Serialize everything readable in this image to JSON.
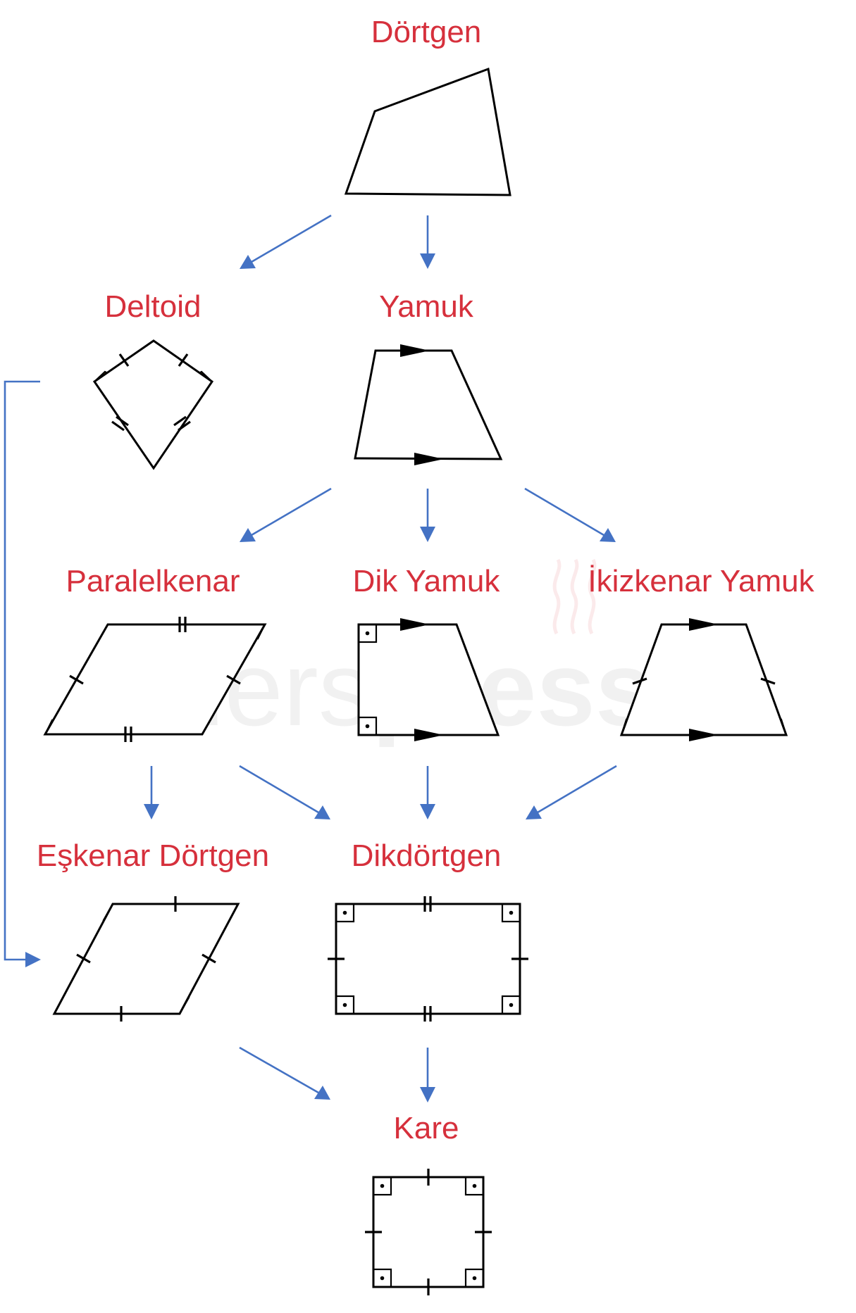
{
  "titles": {
    "dortgen": "Dörtgen",
    "deltoid": "Deltoid",
    "yamuk": "Yamuk",
    "paralelkenar": "Paralelkenar",
    "dik_yamuk": "Dik Yamuk",
    "ikizkenar_yamuk": "İkizkenar Yamuk",
    "eskenar_dortgen": "Eşkenar Dörtgen",
    "dikdortgen": "Dikdörtgen",
    "kare": "Kare"
  },
  "watermark": {
    "light": "ders",
    "bold": "presso"
  },
  "colors": {
    "title": "#d6303c",
    "arrow": "#4472c4",
    "angle_yellow": "#f5b800",
    "angle_blue": "#12a9ea"
  },
  "edges": [
    [
      "Dörtgen",
      "Deltoid"
    ],
    [
      "Dörtgen",
      "Yamuk"
    ],
    [
      "Yamuk",
      "Paralelkenar"
    ],
    [
      "Yamuk",
      "Dik Yamuk"
    ],
    [
      "Yamuk",
      "İkizkenar Yamuk"
    ],
    [
      "Paralelkenar",
      "Eşkenar Dörtgen"
    ],
    [
      "Paralelkenar",
      "Dikdörtgen"
    ],
    [
      "Dik Yamuk",
      "Dikdörtgen"
    ],
    [
      "İkizkenar Yamuk",
      "Dikdörtgen"
    ],
    [
      "Deltoid",
      "Eşkenar Dörtgen"
    ],
    [
      "Eşkenar Dörtgen",
      "Kare"
    ],
    [
      "Dikdörtgen",
      "Kare"
    ]
  ]
}
